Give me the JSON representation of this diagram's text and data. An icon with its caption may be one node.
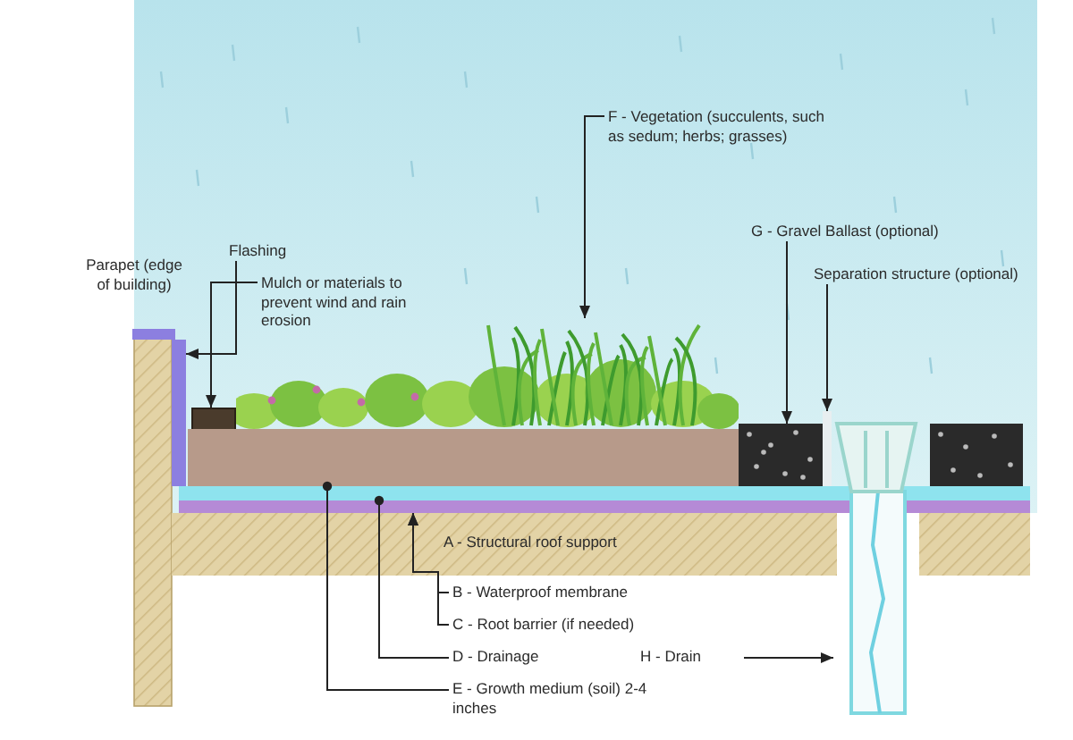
{
  "diagram": {
    "nodes": [
      {
        "text": [
          "Flashing"
        ]
      },
      {
        "text": [
          "Mulch or materials to prevent wind and rain erosion"
        ]
      },
      {
        "text": [
          "F - Vegetation (succulents, such as sedum; herbs; grasses)"
        ]
      },
      {
        "text": [
          "G - Gravel Ballast (optional)"
        ]
      },
      {
        "text": [
          "Separation structure (optional)"
        ]
      },
      {
        "text": [
          "B - Waterproof membrane"
        ]
      },
      {
        "text": [
          "C - Root barrier (if needed)"
        ]
      },
      {
        "text": [
          "D - Drainage"
        ]
      },
      {
        "text": [
          "E - Growth medium (soil) 2-4 inches"
        ]
      },
      {
        "text": [
          "H - Drain"
        ]
      },
      {
        "text": [],
        "shape": "bar"
      },
      {
        "text": [],
        "shape": "box"
      },
      {
        "text": [],
        "shape": "picture"
      },
      {
        "text": [],
        "shape": "picture"
      },
      {
        "text": [],
        "shape": "bar"
      },
      {
        "text": [],
        "shape": "bar"
      },
      {
        "text": [],
        "shape": "bar"
      },
      {
        "text": [],
        "shape": "bar"
      },
      {
        "text": [],
        "shape": "picture"
      }
    ],
    "edges": [
      {
        "from": 0,
        "to": 10,
        "arrow": "to"
      },
      {
        "from": 1,
        "to": 11,
        "arrow": "to"
      },
      {
        "from": 2,
        "to": 12,
        "arrow": "to"
      },
      {
        "from": 3,
        "to": 13,
        "arrow": "to"
      },
      {
        "from": 4,
        "to": 14,
        "arrow": "to"
      },
      {
        "from": 5,
        "to": 17,
        "arrow": "to"
      },
      {
        "from": 6,
        "to": 17,
        "arrow": "to"
      },
      {
        "from": 7,
        "to": 16,
        "arrow": "other"
      },
      {
        "from": 8,
        "to": 15,
        "arrow": "other"
      },
      {
        "from": 9,
        "to": 18,
        "arrow": "to"
      }
    ],
    "labels": [
      "Parapet (edge of building)",
      "A - Structural roof support"
    ]
  }
}
